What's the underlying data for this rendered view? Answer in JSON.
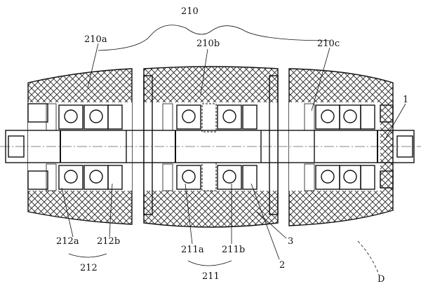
{
  "labels": {
    "group": "210",
    "roller_a": "210a",
    "roller_b": "210b",
    "roller_c": "210c",
    "shaft": "1",
    "part_2": "2",
    "part_3": "3",
    "bearing_212a": "212a",
    "bearing_212b": "212b",
    "bearing_group_212": "212",
    "bearing_211a": "211a",
    "bearing_211b": "211b",
    "bearing_group_211": "211",
    "direction": "D"
  }
}
